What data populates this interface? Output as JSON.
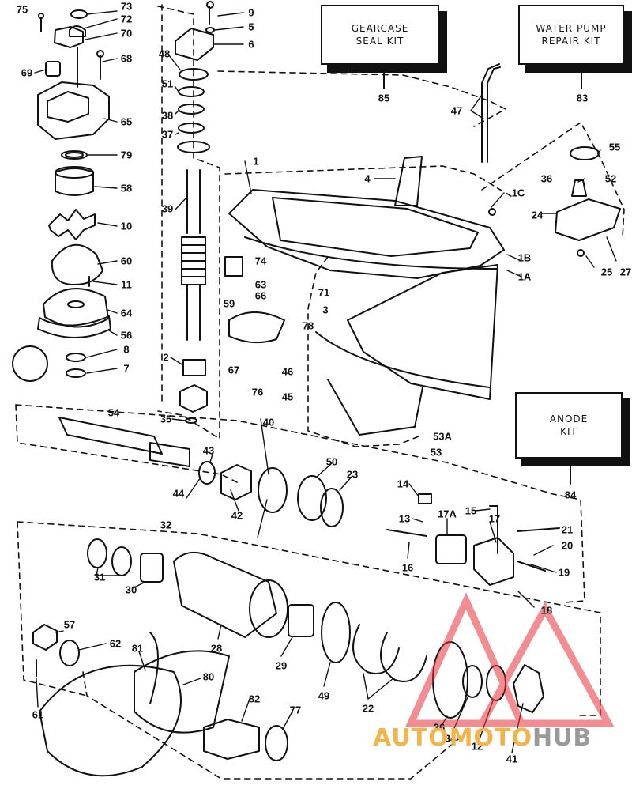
{
  "kits": [
    {
      "id": "gearcase-seal-kit",
      "lines": [
        "GEARCASE",
        "SEAL KIT"
      ],
      "number": "85"
    },
    {
      "id": "water-pump-repair-kit",
      "lines": [
        "WATER PUMP",
        "REPAIR KIT"
      ],
      "number": "83"
    },
    {
      "id": "anode-kit",
      "lines": [
        "ANODE",
        "KIT"
      ],
      "number": "84"
    }
  ],
  "callouts": [
    "75",
    "73",
    "72",
    "70",
    "69",
    "68",
    "65",
    "79",
    "58",
    "10",
    "60",
    "11",
    "64",
    "56",
    "8",
    "7",
    "9",
    "5",
    "6",
    "48",
    "51",
    "38",
    "37",
    "39",
    "2",
    "35",
    "1",
    "4",
    "47",
    "55",
    "36",
    "52",
    "1C",
    "24",
    "1B",
    "1A",
    "25",
    "27",
    "74",
    "63",
    "66",
    "71",
    "3",
    "59",
    "78",
    "67",
    "76",
    "46",
    "45",
    "53A",
    "53",
    "54",
    "43",
    "40",
    "50",
    "23",
    "14",
    "15",
    "13",
    "17A",
    "17",
    "21",
    "20",
    "19",
    "16",
    "18",
    "44",
    "42",
    "32",
    "31",
    "30",
    "28",
    "29",
    "49",
    "22",
    "26",
    "34",
    "12",
    "41",
    "57",
    "62",
    "81",
    "80",
    "82",
    "77",
    "61"
  ],
  "watermark": {
    "part1": "AUTOMOTO",
    "part2": "HUB",
    "accent": "#f3b44a",
    "secondary": "#9a9a9a",
    "logo": "#e8333a"
  }
}
